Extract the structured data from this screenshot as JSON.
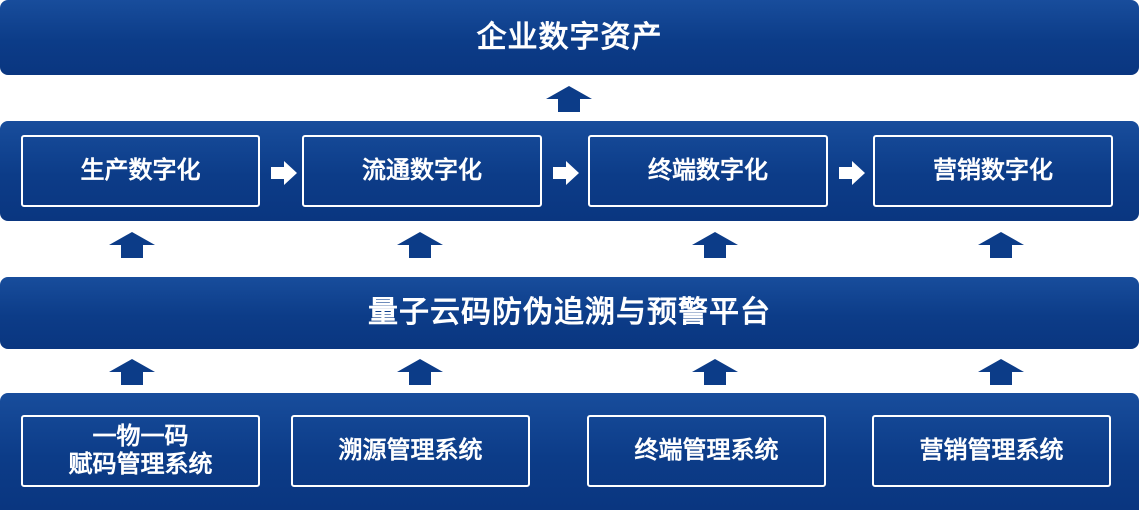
{
  "top": {
    "title": "企业数字资产"
  },
  "digitalization": {
    "stages": [
      "生产数字化",
      "流通数字化",
      "终端数字化",
      "营销数字化"
    ]
  },
  "platform": {
    "title": "量子云码防伪追溯与预警平台"
  },
  "systems": {
    "items": [
      {
        "line1": "一物一码",
        "line2": "赋码管理系统"
      },
      {
        "line1": "溯源管理系统"
      },
      {
        "line1": "终端管理系统"
      },
      {
        "line1": "营销管理系统"
      }
    ]
  },
  "colors": {
    "band": "#0c3c88",
    "text": "#ffffff",
    "arrow": "#0c3c88"
  }
}
